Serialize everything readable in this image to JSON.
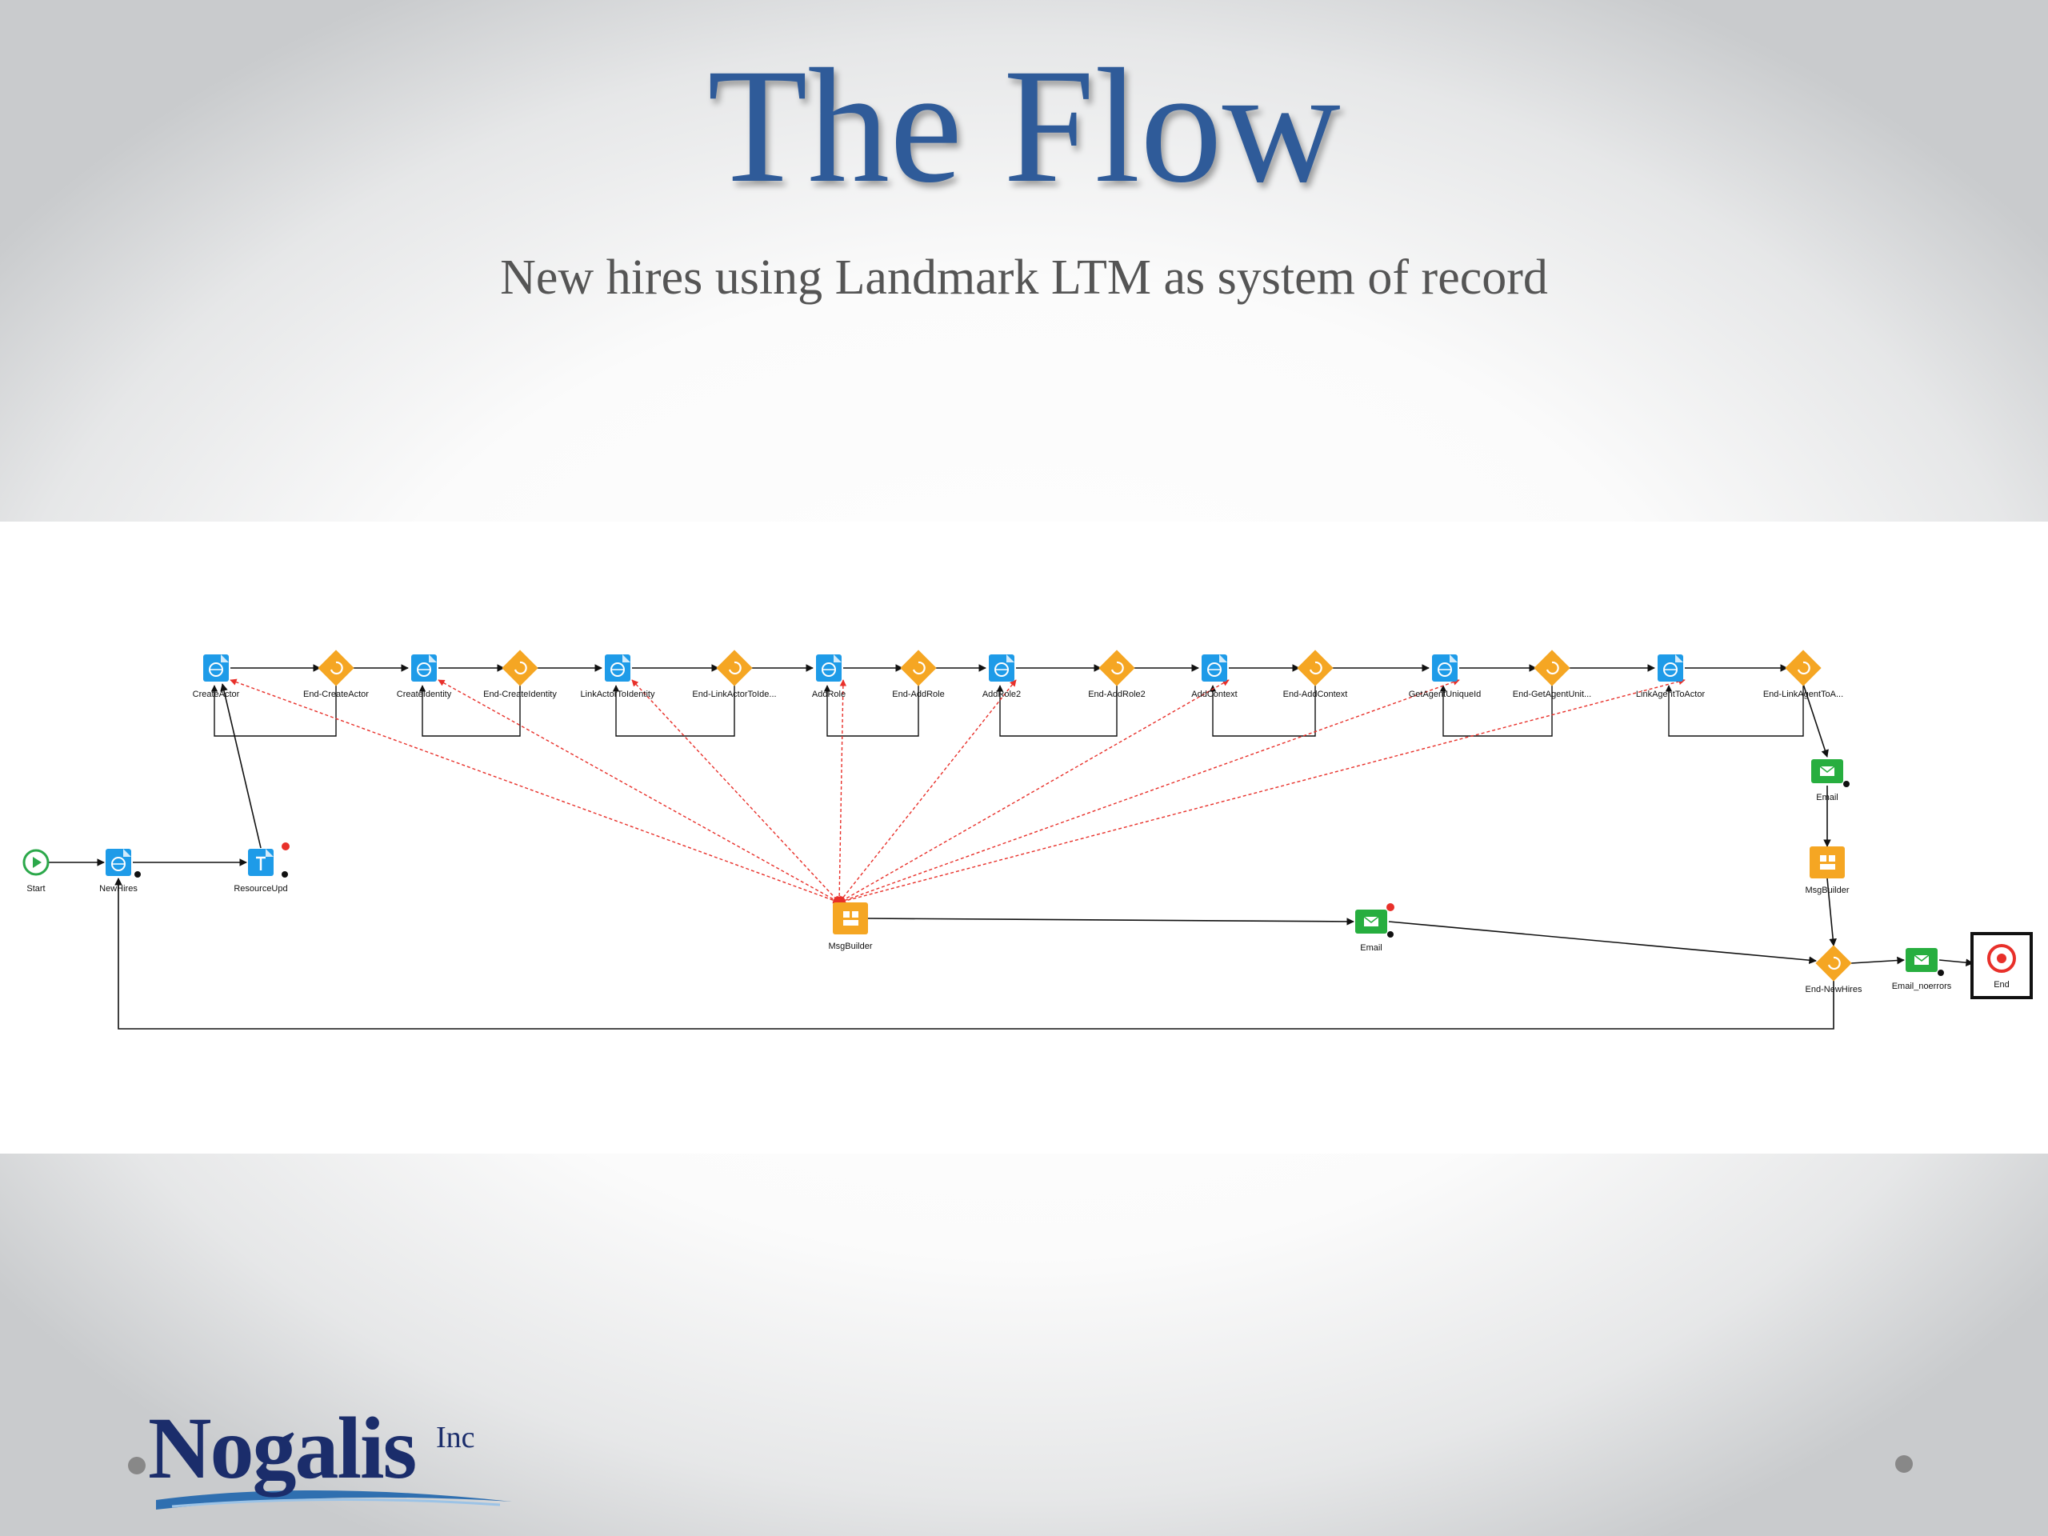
{
  "slide": {
    "title": "The Flow",
    "subtitle": "New hires using Landmark LTM as system of record"
  },
  "logo": {
    "name": "Nogalis",
    "suffix": "Inc"
  },
  "colors": {
    "title": "#2f5b99",
    "service_node": "#1e9be8",
    "branch_node": "#f5a623",
    "email_node": "#27ae3f",
    "builder_node": "#f5a623",
    "error_link": "#e8302a",
    "start_ring": "#2ba84a",
    "end_ring": "#e8302a"
  },
  "diagram": {
    "nodes": [
      {
        "id": "start",
        "label": "Start",
        "kind": "start"
      },
      {
        "id": "newhires",
        "label": "NewHires",
        "kind": "service"
      },
      {
        "id": "resourceupd",
        "label": "ResourceUpd",
        "kind": "assign"
      },
      {
        "id": "createactor",
        "label": "CreateActor",
        "kind": "service"
      },
      {
        "id": "end_createactor",
        "label": "End-CreateActor",
        "kind": "branch"
      },
      {
        "id": "createidentity",
        "label": "CreateIdentity",
        "kind": "service"
      },
      {
        "id": "end_createidentity",
        "label": "End-CreateIdentity",
        "kind": "branch"
      },
      {
        "id": "linkactortoidentity",
        "label": "LinkActorToIdentity",
        "kind": "service"
      },
      {
        "id": "end_linkactortoide",
        "label": "End-LinkActorToIde...",
        "kind": "branch"
      },
      {
        "id": "addrole",
        "label": "AddRole",
        "kind": "service"
      },
      {
        "id": "end_addrole",
        "label": "End-AddRole",
        "kind": "branch"
      },
      {
        "id": "addrole2",
        "label": "AddRole2",
        "kind": "service"
      },
      {
        "id": "end_addrole2",
        "label": "End-AddRole2",
        "kind": "branch"
      },
      {
        "id": "addcontext",
        "label": "AddContext",
        "kind": "service"
      },
      {
        "id": "end_addcontext",
        "label": "End-AddContext",
        "kind": "branch"
      },
      {
        "id": "getagentuniqueid",
        "label": "GetAgentUniqueId",
        "kind": "service"
      },
      {
        "id": "end_getagentunit",
        "label": "End-GetAgentUnit...",
        "kind": "branch"
      },
      {
        "id": "linkagenttoactor",
        "label": "LinkAgentToActor",
        "kind": "service"
      },
      {
        "id": "end_linkagenttoa",
        "label": "End-LinkAgentToA...",
        "kind": "branch"
      },
      {
        "id": "email_top",
        "label": "Email",
        "kind": "email"
      },
      {
        "id": "msgbuilder_right",
        "label": "MsgBuilder",
        "kind": "builder"
      },
      {
        "id": "msgbuilder_center",
        "label": "MsgBuilder",
        "kind": "builder"
      },
      {
        "id": "email_mid",
        "label": "Email",
        "kind": "email"
      },
      {
        "id": "end_newhires",
        "label": "End-NewHires",
        "kind": "branch"
      },
      {
        "id": "email_noerrors",
        "label": "Email_noerrors",
        "kind": "email"
      },
      {
        "id": "end",
        "label": "End",
        "kind": "end"
      }
    ]
  }
}
